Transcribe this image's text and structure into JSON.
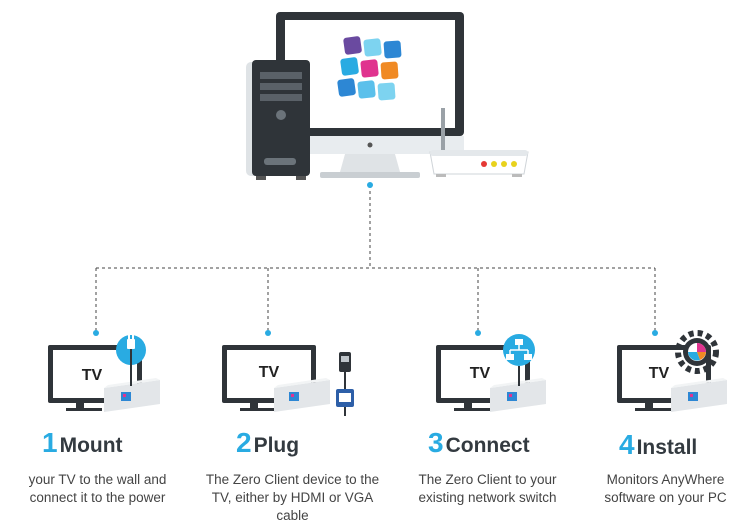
{
  "steps": [
    {
      "number": "1",
      "title": "Mount",
      "desc1": "your TV to the wall and",
      "desc2": "connect it to the power",
      "desc3": "",
      "tv": "TV",
      "badge": "plug-icon"
    },
    {
      "number": "2",
      "title": "Plug",
      "desc1": "The Zero Client device to the",
      "desc2": "TV, either by HDMI or VGA",
      "desc3": "cable",
      "tv": "TV",
      "badge": "hdmi-vga-cable-icon"
    },
    {
      "number": "3",
      "title": "Connect",
      "desc1": "The Zero Client to your",
      "desc2": "existing network switch",
      "desc3": "",
      "tv": "TV",
      "badge": "network-icon"
    },
    {
      "number": "4",
      "title": "Install",
      "desc1": "Monitors AnyWhere",
      "desc2": "software on your PC",
      "desc3": "",
      "tv": "TV",
      "badge": "gear-icon"
    }
  ],
  "colors": {
    "accent": "#29abe2",
    "dark": "#2f3439",
    "tile_pink": "#e0338f",
    "tile_purple": "#6a4aa0",
    "tile_blue": "#2d87d4",
    "tile_orange": "#f08a24"
  }
}
